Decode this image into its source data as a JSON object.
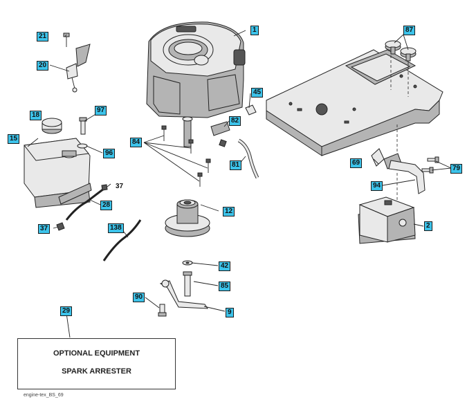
{
  "callouts": {
    "c1": "1",
    "c2": "2",
    "c9": "9",
    "c12": "12",
    "c15": "15",
    "c18": "18",
    "c20": "20",
    "c21": "21",
    "c28": "28",
    "c29": "29",
    "c37a": "37",
    "c37b": "37",
    "c42": "42",
    "c45": "45",
    "c69": "69",
    "c79": "79",
    "c81": "81",
    "c82": "82",
    "c84": "84",
    "c85": "85",
    "c87": "87",
    "c90": "90",
    "c94": "94",
    "c96": "96",
    "c97": "97",
    "c138": "138"
  },
  "note": {
    "line1": "OPTIONAL EQUIPMENT",
    "line2": "SPARK ARRESTER"
  },
  "file_label": "engine-tex_BS_69",
  "colors": {
    "callout_bg": "#3cc3ea",
    "line": "#222222",
    "part_fill": "#e9e9e9",
    "part_dark": "#b4b4b4"
  }
}
